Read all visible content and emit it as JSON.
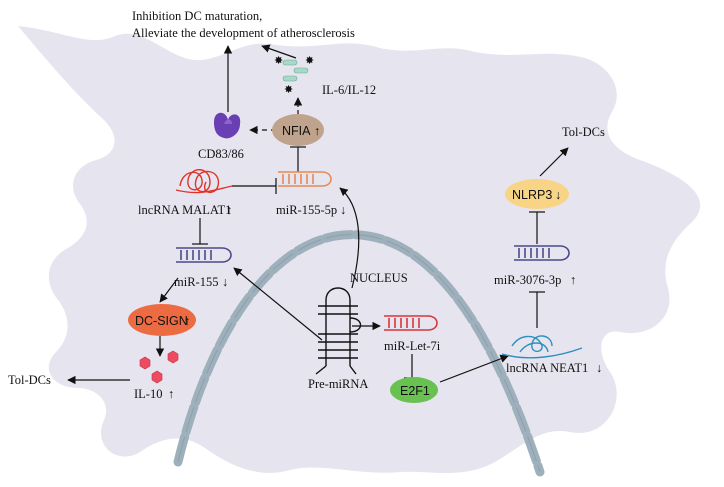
{
  "labels": {
    "outcome_line1": "Inhibition DC maturation,",
    "outcome_line2": "Alleviate the development of atherosclerosis",
    "il6_il12": "IL-6/IL-12",
    "nfia": "NFIA",
    "cd83_86": "CD83/86",
    "lncrna_malat1": "lncRNA MALAT1",
    "mir155_5p": "miR-155-5p",
    "mir155": "miR-155",
    "dc_sign": "DC-SIGN",
    "il10": "IL-10",
    "tol_dcs_left": "Tol-DCs",
    "nucleus": "NUCLEUS",
    "pre_mirna": "Pre-miRNA",
    "mir_let7i": "miR-Let-7i",
    "e2f1": "E2F1",
    "tol_dcs_right": "Tol-DCs",
    "nlrp3": "NLRP3",
    "mir3076_3p": "miR-3076-3p",
    "lncrna_neat1": "lncRNA NEAT1"
  },
  "regulation": {
    "up": "↑",
    "down": "↓"
  },
  "colors": {
    "cell_fill": "#e6e5ef",
    "nucleus_membrane": "#9eb0bb",
    "nfia": "#bfa38c",
    "dc_sign": "#ec6b43",
    "nlrp3": "#f8d487",
    "e2f1": "#69c152",
    "malat1_rna": "#e0332a",
    "mir155_5p": "#e58a54",
    "mir155": "#4a4a8a",
    "mir_let7i": "#d8343a",
    "mir3076": "#4a4a8a",
    "neat1_rna": "#2e8fbf",
    "cd83_receptor": "#6a3fb3",
    "il10_hexagon": "#ee4b62",
    "cytokine_dots": "#e03b82",
    "cytokine_capsules": "#a8d8c8"
  }
}
